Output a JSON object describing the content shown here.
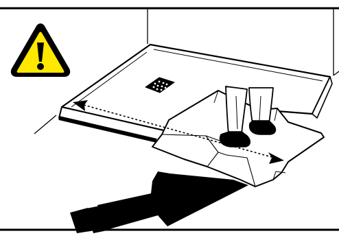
{
  "illustration": {
    "icons": [
      "warning-triangle-icon",
      "shower-tray",
      "shower-drain",
      "protective-cover-sheet",
      "person-legs",
      "double-headed-arrow",
      "large-arrow"
    ],
    "colors": {
      "warning_fill": "#ffe800",
      "line": "#000000",
      "background": "#ffffff"
    }
  }
}
